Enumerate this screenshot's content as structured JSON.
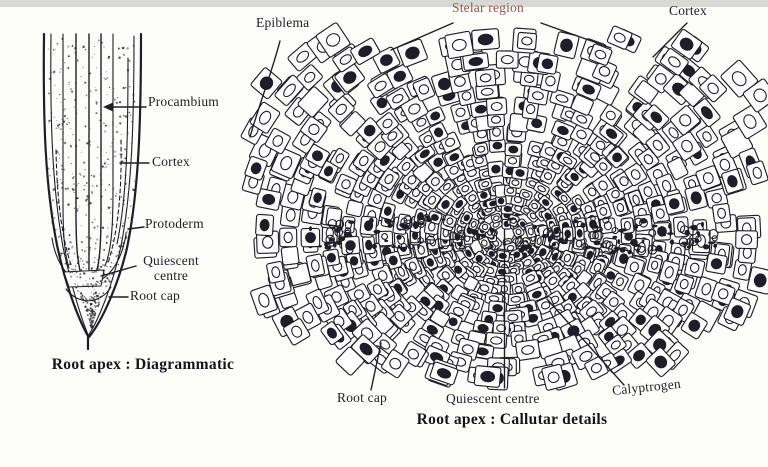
{
  "left_panel": {
    "caption": "Root apex : Diagrammatic",
    "labels": {
      "procambium": "Procambium",
      "cortex": "Cortex",
      "protoderm": "Protoderm",
      "quiescent_centre": "Quiescent centre",
      "root_cap": "Root cap"
    }
  },
  "right_panel": {
    "caption": "Root apex : Callutar details",
    "labels": {
      "epiblema": "Epiblema",
      "stelar_region": "Stelar region",
      "cortex": "Cortex",
      "root_cap": "Root cap",
      "quiescent_centre": "Quiescent centre",
      "calyptrogen": "Calyptrogen"
    }
  },
  "colors": {
    "ink": "#1f1e28",
    "stelar_label": "#9a564a",
    "paper": "#fdfdfa",
    "top_strip": "#d8d8d4"
  }
}
